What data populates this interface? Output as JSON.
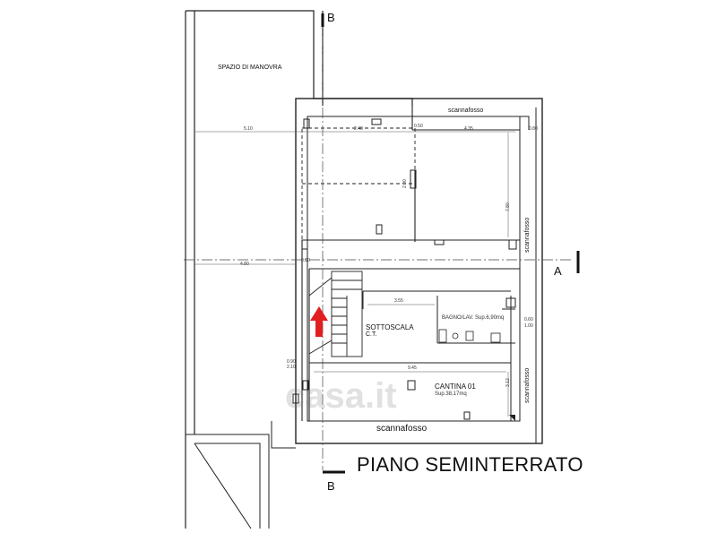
{
  "title": "PIANO SEMINTERRATO",
  "rooms": {
    "spazio_manovra": "SPAZIO DI MANOVRA",
    "sottoscala": "SOTTOSCALA",
    "ct": "C.T.",
    "bagno": "BAGNO/LAV. Sup.6,90mq",
    "cantina": "CANTINA 01",
    "cantina_sup": "Sup.38,17mq"
  },
  "scannafosso": "scannafosso",
  "section_marks": {
    "b_top": "B",
    "b_bottom": "B",
    "a": "A"
  },
  "dimensions": {
    "d510": "5.10",
    "d240": "2.40",
    "d435": "4.35",
    "d480": "4.80",
    "d050": "0.50",
    "d355": "3.55",
    "d945": "9.45",
    "d780": "7.80",
    "d312": "3.12",
    "d060": "0.60",
    "d100": "1.00",
    "d090": "0.90",
    "d210": "2.10",
    "d080": "0.80",
    "d200": "2.00"
  },
  "watermark": "casa.it",
  "colors": {
    "line": "#222222",
    "arrow": "#e02020",
    "background": "#ffffff"
  }
}
